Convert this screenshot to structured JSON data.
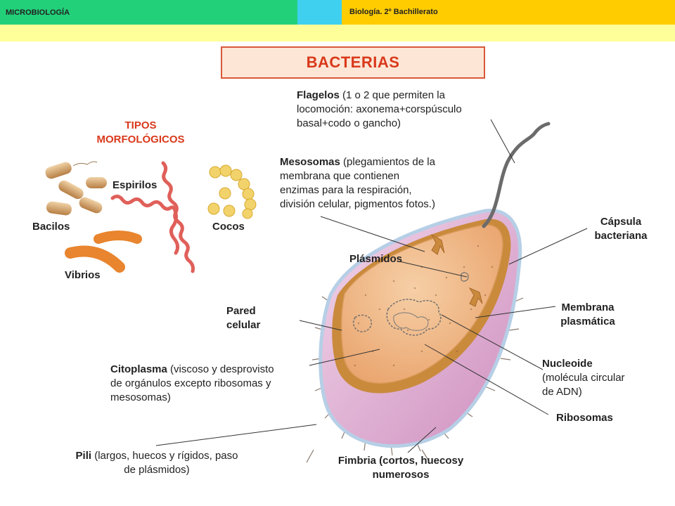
{
  "header": {
    "subject": "MICROBIOLOGÍA",
    "course": "Biología. 2º Bachillerato",
    "colors": {
      "green": "#22d07a",
      "cyan": "#3fd0f0",
      "yellow": "#ffcc00",
      "strip": "#ffff99"
    }
  },
  "title": "BACTERIAS",
  "morphology": {
    "heading_line1": "TIPOS",
    "heading_line2": "MORFOLÓGICOS",
    "bacilos": "Bacilos",
    "espirilos": "Espirilos",
    "cocos": "Cocos",
    "vibrios": "Vibrios"
  },
  "labels": {
    "flagelos_name": "Flagelos",
    "flagelos_desc_1": " (1 o 2 que permiten la",
    "flagelos_desc_2": "locomoción: axonema+corspúsculo",
    "flagelos_desc_3": "basal+codo o gancho)",
    "mesosomas_name": "Mesosomas",
    "mesosomas_desc_1": " (plegamientos de la",
    "mesosomas_desc_2": "membrana que contienen",
    "mesosomas_desc_3": "enzimas para la respiración,",
    "mesosomas_desc_4": "división celular, pigmentos fotos.)",
    "plasmidos": "Plásmidos",
    "capsula_1": "Cápsula",
    "capsula_2": "bacteriana",
    "pared_1": "Pared",
    "pared_2": "celular",
    "membrana_1": "Membrana",
    "membrana_2": "plasmática",
    "nucleoide_name": "Nucleoide",
    "nucleoide_desc_1": "(molécula circular",
    "nucleoide_desc_2": "de ADN)",
    "citoplasma_name": "Citoplasma",
    "citoplasma_desc_1": " (viscoso y desprovisto",
    "citoplasma_desc_2": "de orgánulos excepto ribosomas y",
    "citoplasma_desc_3": "mesosomas)",
    "ribosomas": "Ribosomas",
    "pili_name": "Pili",
    "pili_desc_1": " (largos, huecos y rígidos, paso",
    "pili_desc_2": "de plásmidos)",
    "fimbria_1": "Fimbria (cortos, huecosy",
    "fimbria_2": "numerosos"
  },
  "colors": {
    "title_text": "#d9391b",
    "title_border": "#d9583a",
    "title_fill": "#fde6d6",
    "cytoplasm": "#f0b98a",
    "capsule": "#e8b7d8",
    "wall": "#c98a3c",
    "coco": "#f2d36b",
    "bacilo": "#d9a46a",
    "espirilo": "#e0605a",
    "vibrio": "#e8852e"
  }
}
